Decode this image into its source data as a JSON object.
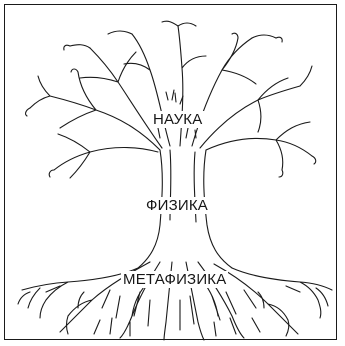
{
  "diagram": {
    "labels": {
      "top": "НАУКА",
      "middle": "ФИЗИКА",
      "bottom": "МЕТАФИЗИКА"
    }
  },
  "style": {
    "stroke_color": "#1a1a1a",
    "background": "#ffffff"
  },
  "icons": {
    "tree": "tree-illustration"
  }
}
